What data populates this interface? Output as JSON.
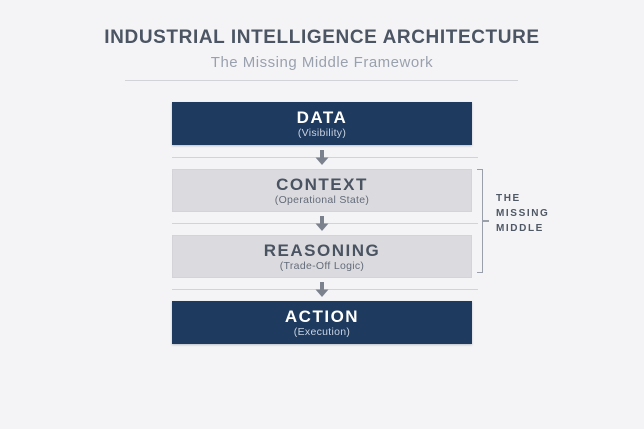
{
  "header": {
    "title": "INDUSTRIAL INTELLIGENCE ARCHITECTURE",
    "subtitle": "The Missing Middle Framework"
  },
  "diagram": {
    "layers": [
      {
        "label": "DATA",
        "sublabel": "(Visibility)",
        "variant": "dark"
      },
      {
        "label": "CONTEXT",
        "sublabel": "(Operational State)",
        "variant": "light"
      },
      {
        "label": "REASONING",
        "sublabel": "(Trade-Off Logic)",
        "variant": "light"
      },
      {
        "label": "ACTION",
        "sublabel": "(Execution)",
        "variant": "dark"
      }
    ],
    "bracket_label": {
      "line1": "THE",
      "line2": "MISSING",
      "line3": "MIDDLE"
    }
  },
  "colors": {
    "background": "#f4f4f6",
    "navy": "#1e3a5e",
    "box_gray": "#dbdbdf",
    "title_text": "#4b5563",
    "subtitle_text": "#9aa1ae",
    "muted_line": "#d2d3d8",
    "arrow": "#7b828e",
    "bracket": "#9aa0a9",
    "bracket_text": "#4f5865"
  }
}
